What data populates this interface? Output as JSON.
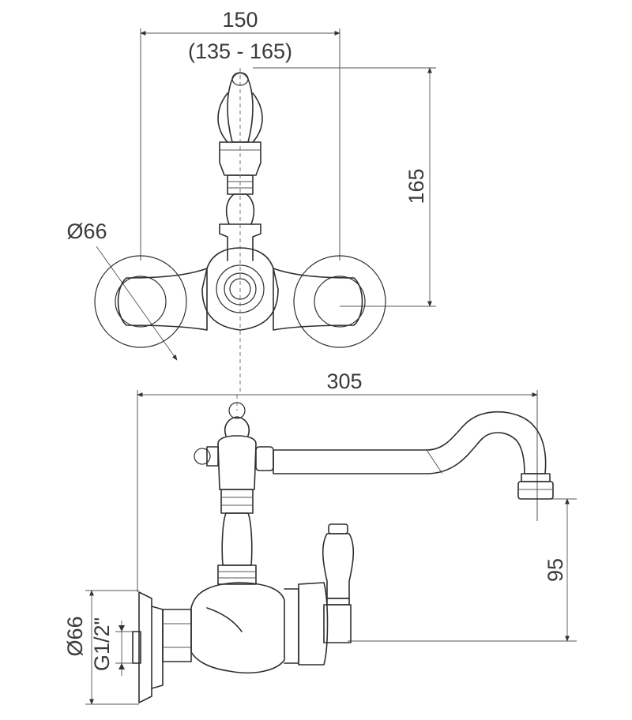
{
  "top_view": {
    "width_dimension": "150",
    "width_range": "(135 - 165)",
    "height_dimension": "165",
    "flange_diameter": "Ø66"
  },
  "side_view": {
    "reach_dimension": "305",
    "spout_height_dimension": "95",
    "flange_diameter": "Ø66",
    "thread_size": "G1/2\""
  }
}
